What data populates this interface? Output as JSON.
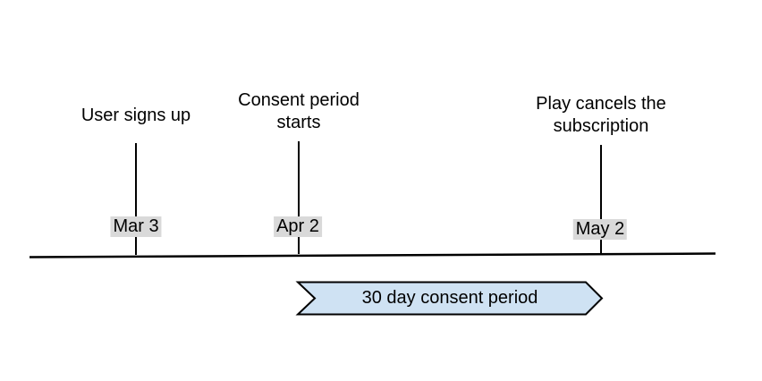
{
  "page": {
    "background": "#ffffff"
  },
  "diagram": {
    "type": "timeline",
    "axis_color": "#000000",
    "date_label_background": "#d9d9d9",
    "events": [
      {
        "id": "signup",
        "title": "User signs up",
        "date": "Mar 3"
      },
      {
        "id": "consent-start",
        "title": "Consent period starts",
        "date": "Apr 2"
      },
      {
        "id": "cancel",
        "title": "Play cancels the subscription",
        "date": "May 2"
      }
    ],
    "banner": {
      "label": "30 day consent period",
      "fill": "#cfe2f3",
      "stroke": "#000000",
      "spans_from": "Apr 2",
      "spans_to": "May 2"
    }
  }
}
